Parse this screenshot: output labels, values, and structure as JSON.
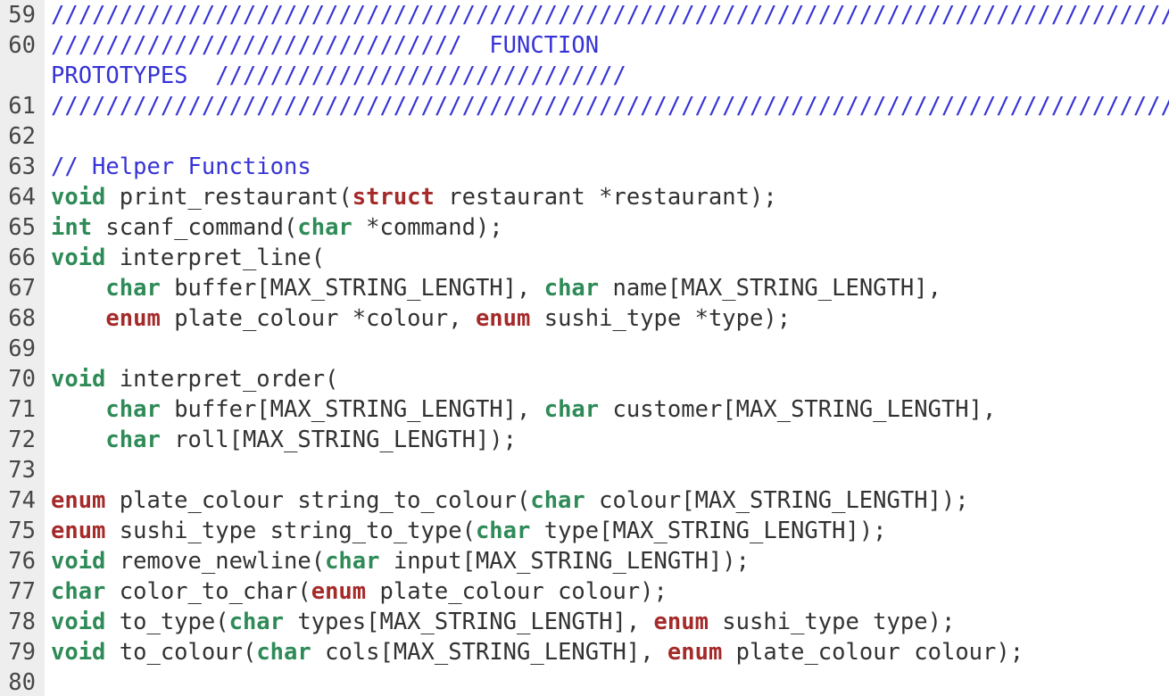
{
  "editor": {
    "language": "C",
    "first_visible_line": 59,
    "last_visible_line": 80,
    "colors": {
      "background": "#ffffff",
      "gutter_background": "#eeeeee",
      "gutter_text": "#464646",
      "text": "#323232",
      "comment": "#3633d6",
      "type_keyword": "#2e8b57",
      "keyword": "#a52a2a"
    },
    "rows": [
      {
        "number": "59",
        "segments": [
          {
            "type": "comment",
            "text": "///////////////////////////////////////////////////////////////////////////////////////////////"
          }
        ]
      },
      {
        "number": "60",
        "segments": [
          {
            "type": "comment",
            "text": "//////////////////////////////  FUNCTION"
          }
        ]
      },
      {
        "number": "",
        "segments": [
          {
            "type": "comment",
            "text": "PROTOTYPES  //////////////////////////////"
          }
        ]
      },
      {
        "number": "61",
        "segments": [
          {
            "type": "comment",
            "text": "///////////////////////////////////////////////////////////////////////////////////////////////"
          }
        ]
      },
      {
        "number": "62",
        "segments": []
      },
      {
        "number": "63",
        "segments": [
          {
            "type": "comment",
            "text": "// Helper Functions"
          }
        ]
      },
      {
        "number": "64",
        "segments": [
          {
            "type": "type",
            "text": "void"
          },
          {
            "type": "plain",
            "text": " print_restaurant("
          },
          {
            "type": "keyword",
            "text": "struct"
          },
          {
            "type": "plain",
            "text": " restaurant *restaurant);"
          }
        ]
      },
      {
        "number": "65",
        "segments": [
          {
            "type": "type",
            "text": "int"
          },
          {
            "type": "plain",
            "text": " scanf_command("
          },
          {
            "type": "type",
            "text": "char"
          },
          {
            "type": "plain",
            "text": " *command);"
          }
        ]
      },
      {
        "number": "66",
        "segments": [
          {
            "type": "type",
            "text": "void"
          },
          {
            "type": "plain",
            "text": " interpret_line("
          }
        ]
      },
      {
        "number": "67",
        "segments": [
          {
            "type": "plain",
            "text": "    "
          },
          {
            "type": "type",
            "text": "char"
          },
          {
            "type": "plain",
            "text": " buffer[MAX_STRING_LENGTH], "
          },
          {
            "type": "type",
            "text": "char"
          },
          {
            "type": "plain",
            "text": " name[MAX_STRING_LENGTH],"
          }
        ]
      },
      {
        "number": "68",
        "segments": [
          {
            "type": "plain",
            "text": "    "
          },
          {
            "type": "keyword",
            "text": "enum"
          },
          {
            "type": "plain",
            "text": " plate_colour *colour, "
          },
          {
            "type": "keyword",
            "text": "enum"
          },
          {
            "type": "plain",
            "text": " sushi_type *type);"
          }
        ]
      },
      {
        "number": "69",
        "segments": []
      },
      {
        "number": "70",
        "segments": [
          {
            "type": "type",
            "text": "void"
          },
          {
            "type": "plain",
            "text": " interpret_order("
          }
        ]
      },
      {
        "number": "71",
        "segments": [
          {
            "type": "plain",
            "text": "    "
          },
          {
            "type": "type",
            "text": "char"
          },
          {
            "type": "plain",
            "text": " buffer[MAX_STRING_LENGTH], "
          },
          {
            "type": "type",
            "text": "char"
          },
          {
            "type": "plain",
            "text": " customer[MAX_STRING_LENGTH],"
          }
        ]
      },
      {
        "number": "72",
        "segments": [
          {
            "type": "plain",
            "text": "    "
          },
          {
            "type": "type",
            "text": "char"
          },
          {
            "type": "plain",
            "text": " roll[MAX_STRING_LENGTH]);"
          }
        ]
      },
      {
        "number": "73",
        "segments": []
      },
      {
        "number": "74",
        "segments": [
          {
            "type": "keyword",
            "text": "enum"
          },
          {
            "type": "plain",
            "text": " plate_colour string_to_colour("
          },
          {
            "type": "type",
            "text": "char"
          },
          {
            "type": "plain",
            "text": " colour[MAX_STRING_LENGTH]);"
          }
        ]
      },
      {
        "number": "75",
        "segments": [
          {
            "type": "keyword",
            "text": "enum"
          },
          {
            "type": "plain",
            "text": " sushi_type string_to_type("
          },
          {
            "type": "type",
            "text": "char"
          },
          {
            "type": "plain",
            "text": " type[MAX_STRING_LENGTH]);"
          }
        ]
      },
      {
        "number": "76",
        "segments": [
          {
            "type": "type",
            "text": "void"
          },
          {
            "type": "plain",
            "text": " remove_newline("
          },
          {
            "type": "type",
            "text": "char"
          },
          {
            "type": "plain",
            "text": " input[MAX_STRING_LENGTH]);"
          }
        ]
      },
      {
        "number": "77",
        "segments": [
          {
            "type": "type",
            "text": "char"
          },
          {
            "type": "plain",
            "text": " color_to_char("
          },
          {
            "type": "keyword",
            "text": "enum"
          },
          {
            "type": "plain",
            "text": " plate_colour colour);"
          }
        ]
      },
      {
        "number": "78",
        "segments": [
          {
            "type": "type",
            "text": "void"
          },
          {
            "type": "plain",
            "text": " to_type("
          },
          {
            "type": "type",
            "text": "char"
          },
          {
            "type": "plain",
            "text": " types[MAX_STRING_LENGTH], "
          },
          {
            "type": "keyword",
            "text": "enum"
          },
          {
            "type": "plain",
            "text": " sushi_type type);"
          }
        ]
      },
      {
        "number": "79",
        "segments": [
          {
            "type": "type",
            "text": "void"
          },
          {
            "type": "plain",
            "text": " to_colour("
          },
          {
            "type": "type",
            "text": "char"
          },
          {
            "type": "plain",
            "text": " cols[MAX_STRING_LENGTH], "
          },
          {
            "type": "keyword",
            "text": "enum"
          },
          {
            "type": "plain",
            "text": " plate_colour colour);"
          }
        ]
      },
      {
        "number": "80",
        "segments": []
      }
    ]
  }
}
